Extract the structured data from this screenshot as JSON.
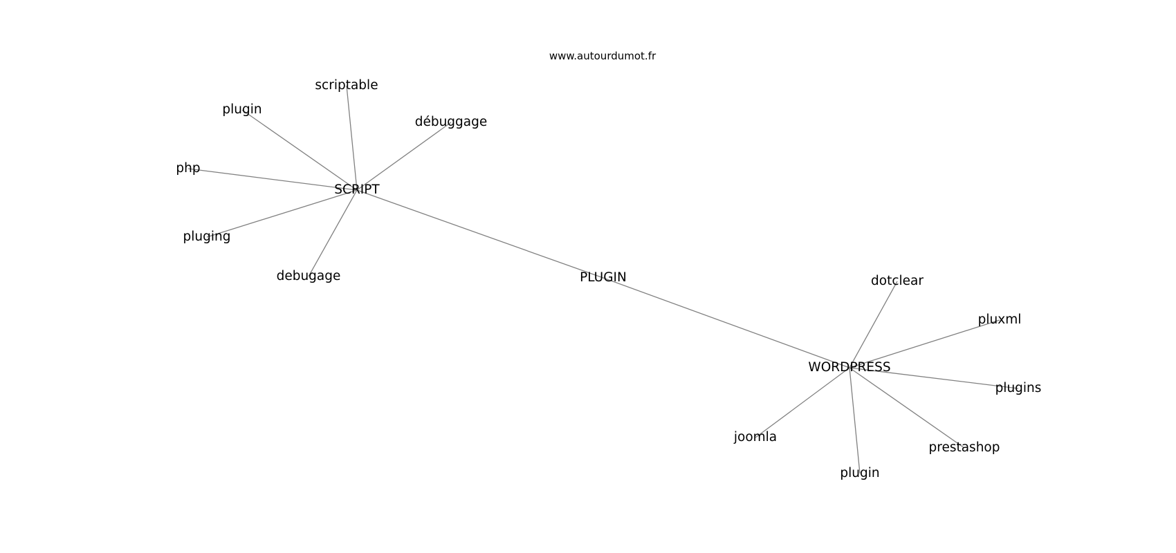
{
  "site": "www.autourdumot.fr",
  "graph": {
    "edge_color": "#808080",
    "label_color": "#000000",
    "nodes": [
      {
        "id": "plugin-center",
        "label": "PLUGIN"
      },
      {
        "id": "script",
        "label": "SCRIPT"
      },
      {
        "id": "wordpress",
        "label": "WORDPRESS"
      },
      {
        "id": "scriptable",
        "label": "scriptable"
      },
      {
        "id": "plugin-a",
        "label": "plugin"
      },
      {
        "id": "debuggage",
        "label": "débuggage"
      },
      {
        "id": "php",
        "label": "php"
      },
      {
        "id": "pluging",
        "label": "pluging"
      },
      {
        "id": "debugage",
        "label": "debugage"
      },
      {
        "id": "dotclear",
        "label": "dotclear"
      },
      {
        "id": "pluxml",
        "label": "pluxml"
      },
      {
        "id": "plugins",
        "label": "plugins"
      },
      {
        "id": "prestashop",
        "label": "prestashop"
      },
      {
        "id": "plugin-b",
        "label": "plugin"
      },
      {
        "id": "joomla",
        "label": "joomla"
      }
    ],
    "edges": [
      [
        "plugin-center",
        "script"
      ],
      [
        "plugin-center",
        "wordpress"
      ],
      [
        "script",
        "scriptable"
      ],
      [
        "script",
        "plugin-a"
      ],
      [
        "script",
        "debuggage"
      ],
      [
        "script",
        "php"
      ],
      [
        "script",
        "pluging"
      ],
      [
        "script",
        "debugage"
      ],
      [
        "wordpress",
        "dotclear"
      ],
      [
        "wordpress",
        "pluxml"
      ],
      [
        "wordpress",
        "plugins"
      ],
      [
        "wordpress",
        "prestashop"
      ],
      [
        "wordpress",
        "plugin-b"
      ],
      [
        "wordpress",
        "joomla"
      ]
    ]
  }
}
